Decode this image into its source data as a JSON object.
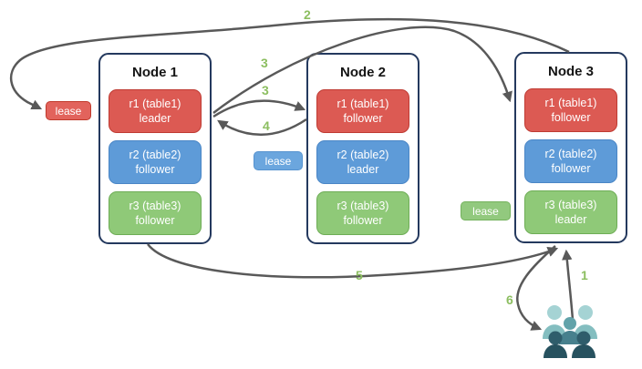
{
  "diagram": {
    "nodes": [
      {
        "title": "Node 1",
        "replicas": [
          {
            "name": "r1 (table1)",
            "role": "leader",
            "color": "#DC5A53"
          },
          {
            "name": "r2 (table2)",
            "role": "follower",
            "color": "#5E9BD8"
          },
          {
            "name": "r3 (table3)",
            "role": "follower",
            "color": "#8FC978"
          }
        ]
      },
      {
        "title": "Node 2",
        "replicas": [
          {
            "name": "r1 (table1)",
            "role": "follower",
            "color": "#DC5A53"
          },
          {
            "name": "r2 (table2)",
            "role": "leader",
            "color": "#5E9BD8"
          },
          {
            "name": "r3 (table3)",
            "role": "follower",
            "color": "#8FC978"
          }
        ]
      },
      {
        "title": "Node 3",
        "replicas": [
          {
            "name": "r1 (table1)",
            "role": "follower",
            "color": "#DC5A53"
          },
          {
            "name": "r2 (table2)",
            "role": "follower",
            "color": "#5E9BD8"
          },
          {
            "name": "r3 (table3)",
            "role": "leader",
            "color": "#8FC978"
          }
        ]
      }
    ],
    "leases": [
      {
        "label": "lease",
        "color": "#E2635C"
      },
      {
        "label": "lease",
        "color": "#6BA6DE"
      },
      {
        "label": "lease",
        "color": "#92C97E"
      }
    ],
    "steps": {
      "s1": "1",
      "s2": "2",
      "s3a": "3",
      "s3b": "3",
      "s4": "4",
      "s5": "5",
      "s6": "6"
    },
    "colors": {
      "arrow": "#595959",
      "step_label": "#8CBE60",
      "node_border": "#24395E"
    },
    "icons": {
      "users": "users-icon"
    }
  }
}
